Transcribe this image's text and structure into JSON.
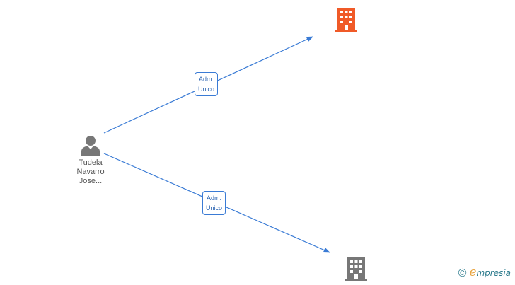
{
  "person": {
    "name_lines": [
      "Tudela",
      "Navarro",
      "Jose..."
    ],
    "icon": "person-icon",
    "color": "#777777"
  },
  "companies": [
    {
      "icon": "building-icon",
      "color": "#f05a28",
      "highlighted": true
    },
    {
      "icon": "building-icon",
      "color": "#777777",
      "highlighted": false
    }
  ],
  "relations": [
    {
      "line1": "Adm.",
      "line2": "Unico",
      "target": 0
    },
    {
      "line1": "Adm.",
      "line2": "Unico",
      "target": 1
    }
  ],
  "colors": {
    "edge": "#3a7bd5",
    "label_text": "#2e66b3"
  },
  "copyright": {
    "symbol": "©",
    "brand_initial": "e",
    "brand_rest": "mpresia"
  }
}
